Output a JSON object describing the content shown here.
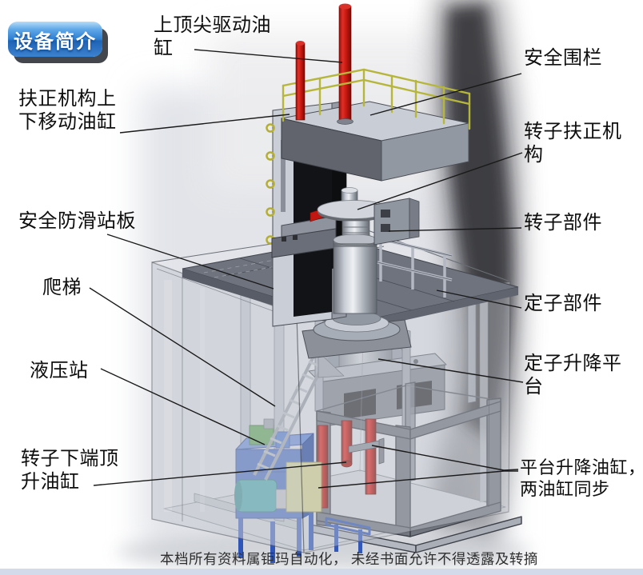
{
  "button": {
    "label": "设备简介"
  },
  "labels": {
    "top_cylinder": "上顶尖驱动油\n缸",
    "align_updown": "扶正机构上\n下移动油缸",
    "antislip": "安全防滑站板",
    "ladder": "爬梯",
    "hydraulic": "液压站",
    "rotor_bottom": "转子下端顶\n升油缸",
    "fence": "安全围栏",
    "rotor_align": "转子扶正机\n构",
    "rotor_part": "转子部件",
    "stator_part": "定子部件",
    "stator_platform": "定子升降平\n台",
    "platform_cyl": "平台升降油缸，\n两油缸同步"
  },
  "watermark": "本档所有资料属钜玛自动化， 未经书面允许不得透露及转摘",
  "colors": {
    "button_blue": "#2f7fd2",
    "cylinder_red": "#c3150f",
    "railing_yellow": "#b6b63c",
    "tank_blue": "#3b63c4",
    "motor_teal": "#38a8ac",
    "bottom_band": "#d3dbea"
  }
}
